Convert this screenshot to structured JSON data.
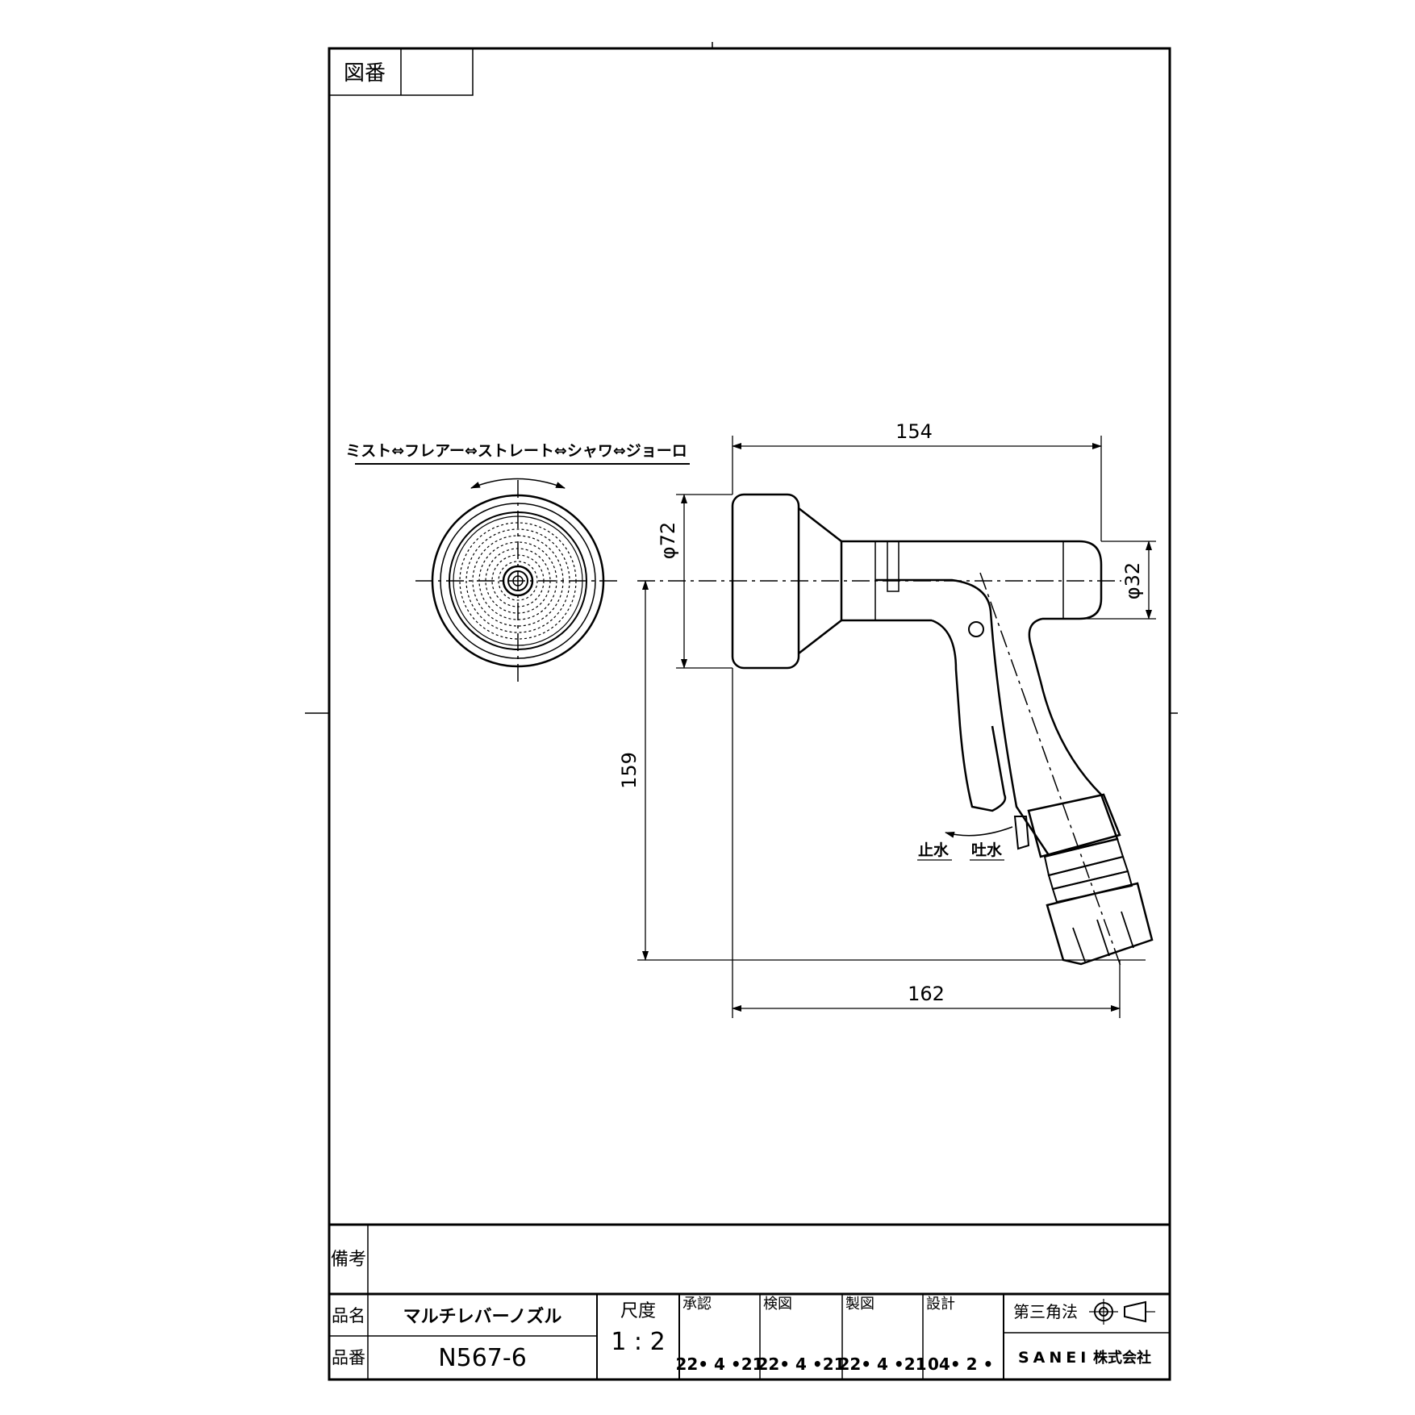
{
  "frame": {
    "drawing_number_label": "図番",
    "drawing_number_value": ""
  },
  "front_view": {
    "mode_sequence": "ミスト⇔フレアー⇔ストレート⇔シャワ⇔ジョーロ"
  },
  "dimensions": {
    "length_top": "154",
    "head_diameter": "φ72",
    "barrel_diameter": "φ32",
    "height": "159",
    "length_bottom": "162"
  },
  "lever_labels": {
    "stop": "止水",
    "spout": "吐水"
  },
  "title_block": {
    "remarks_label": "備考",
    "remarks_value": "",
    "product_name_label": "品名",
    "product_name": "マルチレバーノズル",
    "product_number_label": "品番",
    "product_number": "N567-6",
    "scale_label": "尺度",
    "scale_value": "1 : 2",
    "approved_label": "承認",
    "approved_date": "22• 4 •21",
    "checked_label": "検図",
    "checked_date": "22• 4 •21",
    "drawn_label": "製図",
    "drawn_date": "22• 4 •21",
    "designed_label": "設計",
    "designed_date": "04• 2 •",
    "projection_label": "第三角法",
    "company": "SANEI",
    "company_suffix": "株式会社"
  }
}
